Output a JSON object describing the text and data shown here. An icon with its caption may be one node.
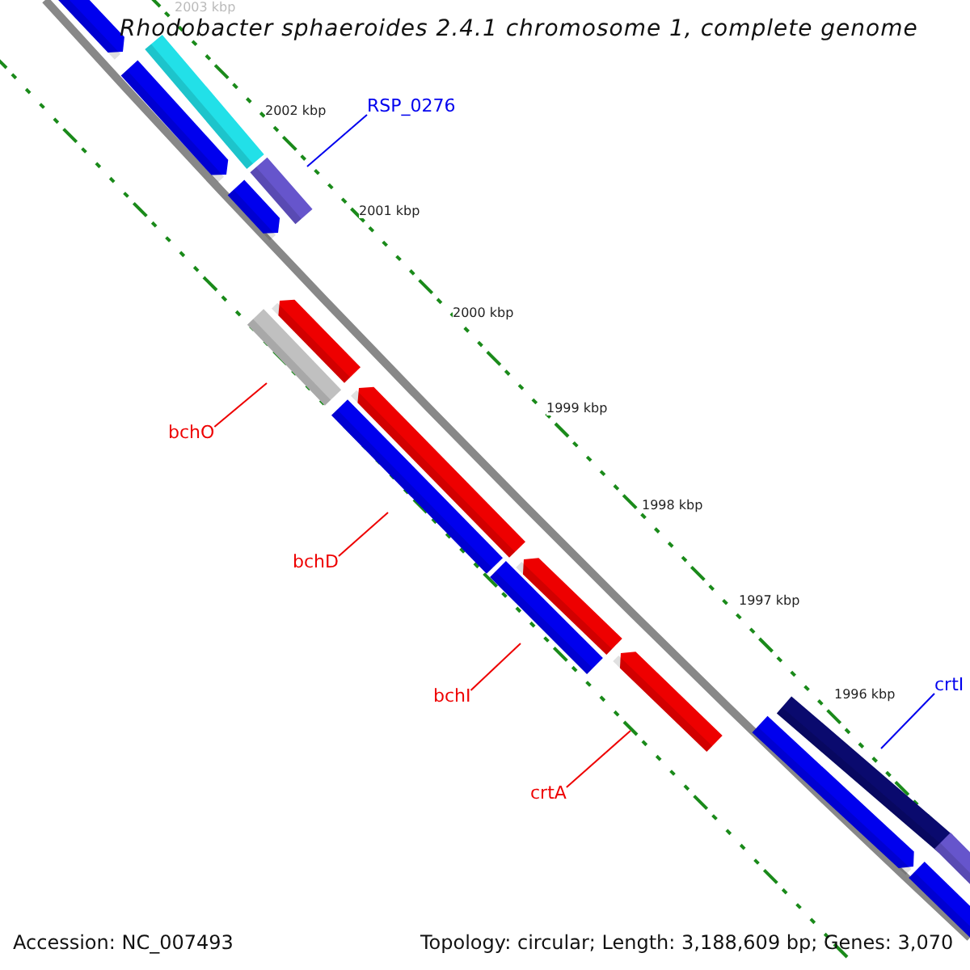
{
  "diagram": {
    "title": "Rhodobacter sphaeroides 2.4.1 chromosome 1, complete genome",
    "nodes": [
      {
        "text": [
          "RSP_0276"
        ]
      },
      {
        "text": [
          "bchO"
        ]
      },
      {
        "text": [
          "bchD"
        ]
      },
      {
        "text": [
          "bchI"
        ]
      },
      {
        "text": [
          "crtA"
        ]
      },
      {
        "text": [
          "crtI"
        ]
      }
    ],
    "edges": [
      {
        "from": 0,
        "to": null,
        "arrow": "none",
        "color": "#0000ee"
      },
      {
        "from": 1,
        "to": null,
        "arrow": "none"
      },
      {
        "from": 2,
        "to": null,
        "arrow": "none"
      },
      {
        "from": 3,
        "to": null,
        "arrow": "none"
      },
      {
        "from": 4,
        "to": null,
        "arrow": "none"
      },
      {
        "from": 5,
        "to": null,
        "arrow": "none",
        "color": "#0000ee"
      }
    ],
    "labels": [
      "2003 kbp",
      "2002 kbp",
      "2001 kbp",
      "2000 kbp",
      "1999 kbp",
      "1998 kbp",
      "1997 kbp",
      "1996 kbp",
      "Accession: NC_007493",
      "Topology: circular; Length: 3,188,609 bp; Genes: 3,070"
    ]
  }
}
